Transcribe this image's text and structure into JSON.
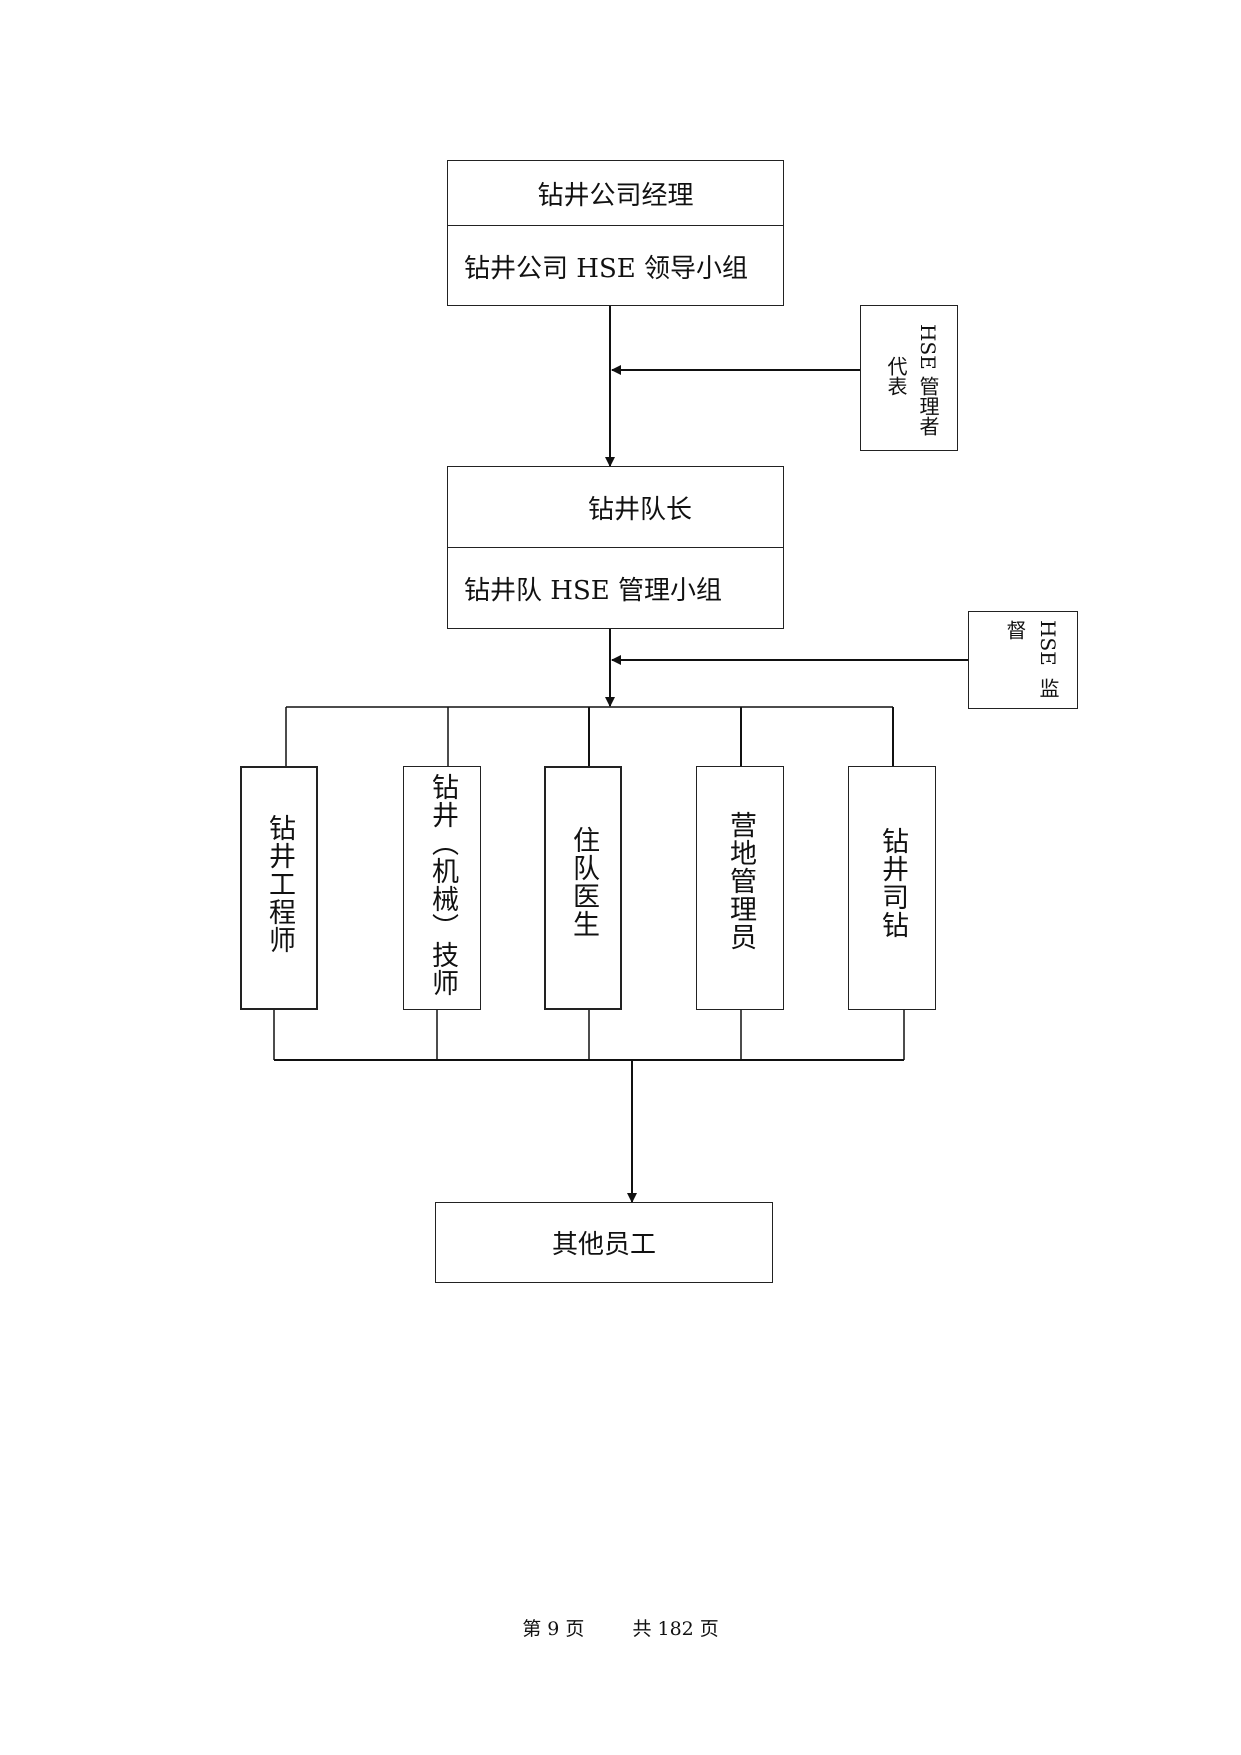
{
  "top_box": {
    "line1": "钻井公司经理",
    "line2": "钻井公司 HSE 领导小组"
  },
  "rep_box": {
    "col1": "HSE 管理者",
    "col2": "代表"
  },
  "captain_box": {
    "line1": "钻井队长",
    "line2": "钻井队 HSE 管理小组"
  },
  "supervisor_box": {
    "col1": "HSE",
    "col1b": "监",
    "col2": "督"
  },
  "positions": [
    "钻井工程师",
    "钻井（机械）技师",
    "住队医生",
    "营地管理员",
    "钻井司钻"
  ],
  "bottom_box": {
    "label": "其他员工"
  },
  "footer": {
    "page": "第 9 页",
    "total": "共 182 页"
  }
}
